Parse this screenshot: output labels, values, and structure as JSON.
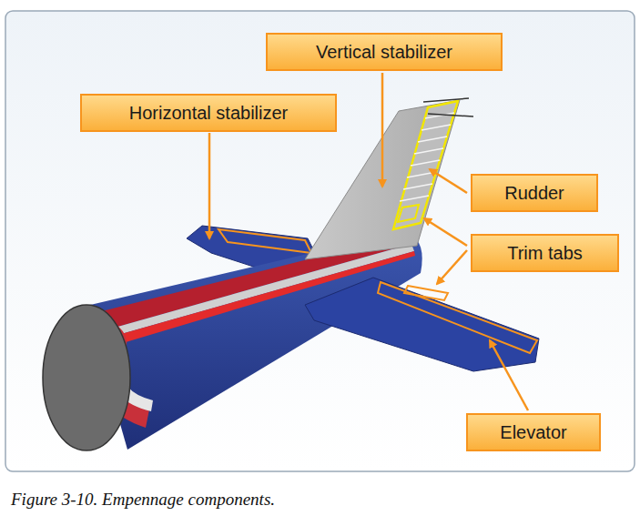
{
  "diagram": {
    "caption": "Figure 3-10. Empennage components.",
    "nodes": [
      {
        "text": [
          "Vertical stabilizer"
        ]
      },
      {
        "text": [
          "Horizontal stabilizer"
        ]
      },
      {
        "text": [
          "Rudder"
        ]
      },
      {
        "text": [
          "Trim tabs"
        ]
      },
      {
        "text": [
          "Elevator"
        ]
      }
    ]
  }
}
